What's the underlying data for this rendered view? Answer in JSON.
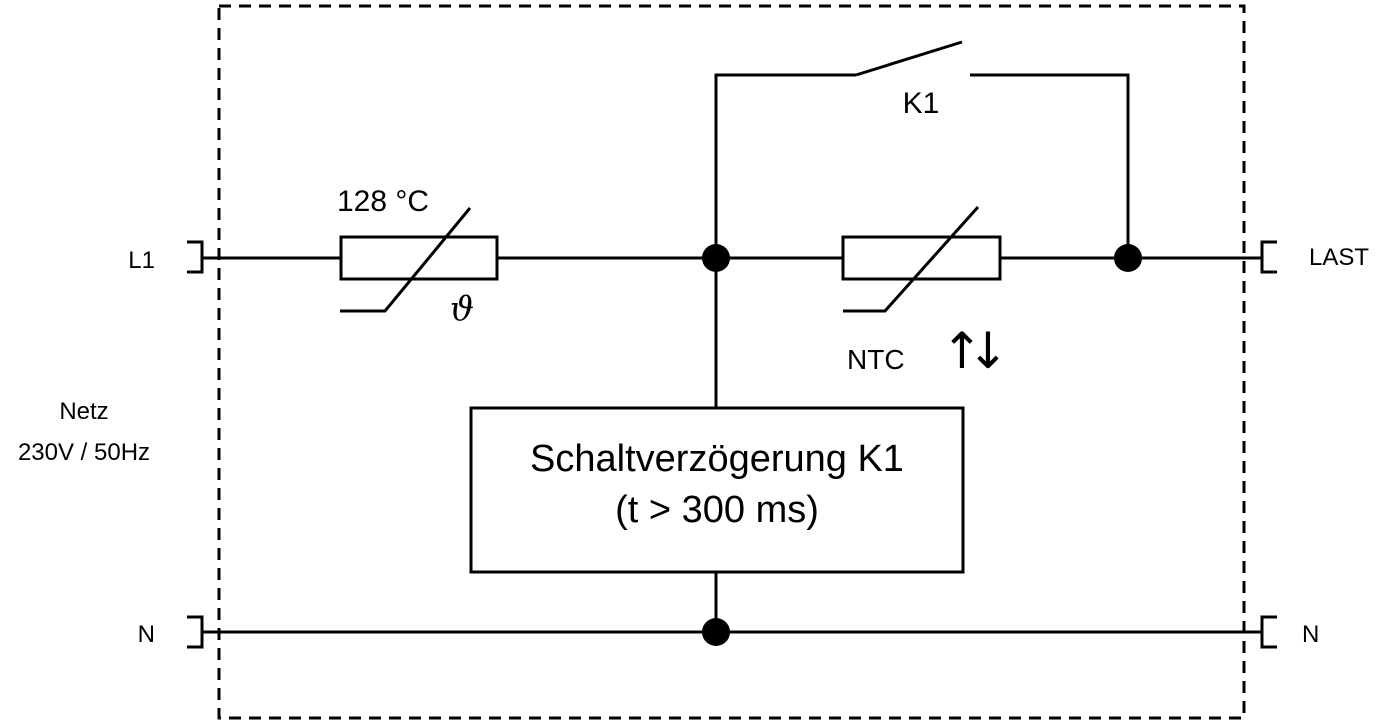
{
  "terminals": {
    "l1": "L1",
    "n_left": "N",
    "last": "LAST",
    "n_right": "N"
  },
  "supply": {
    "line1": "Netz",
    "line2": "230V / 50Hz"
  },
  "thermal_fuse": {
    "rating": "128 °C",
    "symbol": "ϑ"
  },
  "relay_contact": {
    "label": "K1"
  },
  "ntc": {
    "label": "NTC",
    "arrow_up": "↑",
    "arrow_down": "↓"
  },
  "delay_block": {
    "line1": "Schaltverzögerung K1",
    "line2": "(t > 300 ms)"
  },
  "colors": {
    "stroke": "#000000",
    "background": "#ffffff"
  }
}
